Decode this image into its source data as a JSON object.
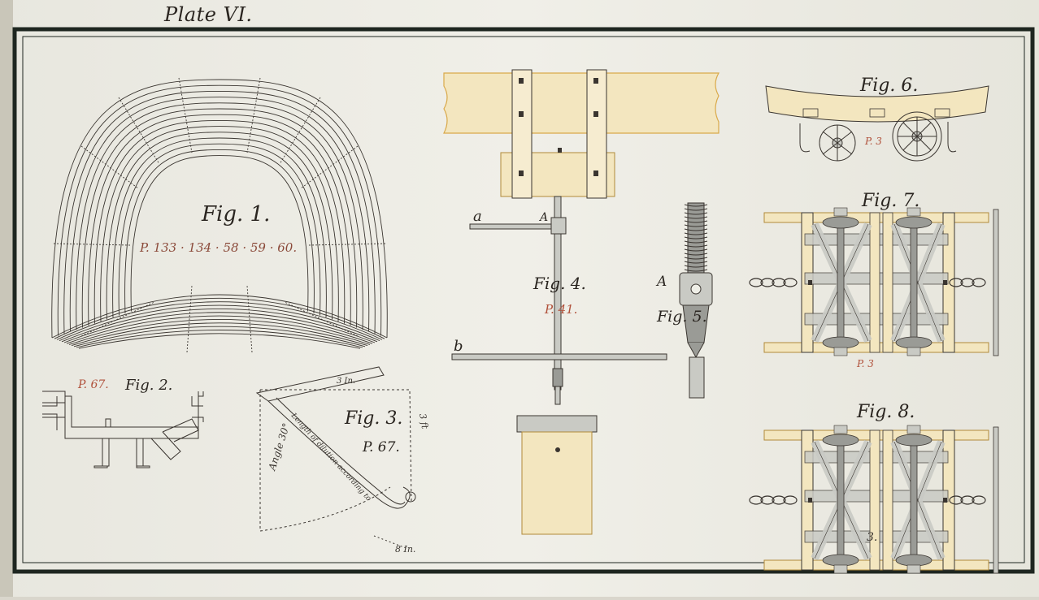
{
  "plate": {
    "title": "Plate VI."
  },
  "figures": {
    "fig1": {
      "label": "Fig. 1.",
      "ref": "P. 133 · 134 · 58 · 59 · 60."
    },
    "fig2": {
      "label": "Fig. 2.",
      "ref": "P. 67."
    },
    "fig3": {
      "label": "Fig. 3.",
      "ref": "P. 67.",
      "angle_note": "Angle 30°",
      "length_note": "Length of dilution according to",
      "dim_top": "3 In.",
      "dim_right": "3 ft",
      "dim_bottom": "8 In."
    },
    "fig4": {
      "label": "Fig. 4.",
      "ref": "P. 41.",
      "letter_a": "a",
      "letter_A": "A",
      "letter_b": "b"
    },
    "fig5": {
      "label": "Fig. 5.",
      "letter_A": "A"
    },
    "fig6": {
      "label": "Fig. 6.",
      "ref": "P. 3"
    },
    "fig7": {
      "label": "Fig. 7.",
      "ref": "P. 3"
    },
    "fig8": {
      "label": "Fig. 8.",
      "ref": "3."
    }
  },
  "colors": {
    "paper": "#eeeee6",
    "ink": "#3a3530",
    "border": "#1e2620",
    "wash_yellow": "#f3e6bf",
    "wash_yellow_edge": "#d9a94a",
    "wash_grey": "#c9cac4",
    "red_ink": "#b0503a"
  }
}
